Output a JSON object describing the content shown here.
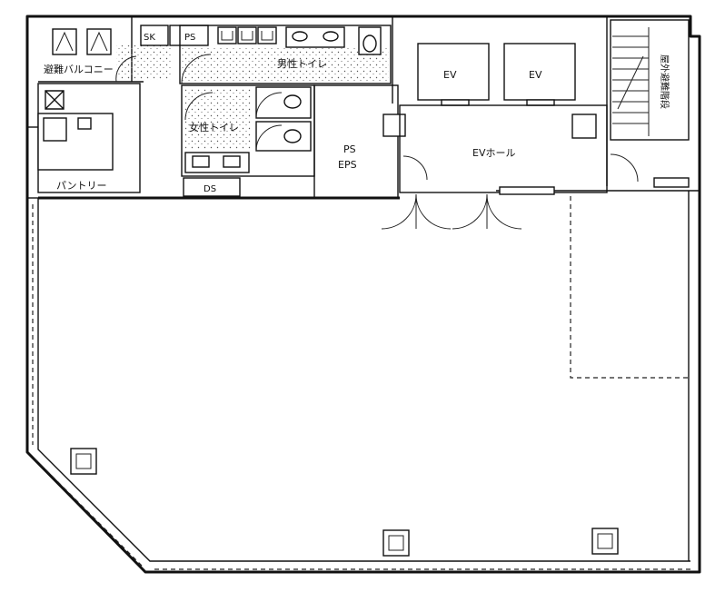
{
  "plan": {
    "rooms": {
      "emergency_balcony": "避難バルコニー",
      "pantry": "パントリー",
      "mens_toilet": "男性トイレ",
      "womens_toilet": "女性トイレ",
      "ps_eps": "PS\nEPS",
      "ev_hall": "EVホール",
      "ev1": "EV",
      "ev2": "EV",
      "sk": "SK",
      "ps": "PS",
      "ds": "DS",
      "stair": "屋外避難階段"
    }
  }
}
